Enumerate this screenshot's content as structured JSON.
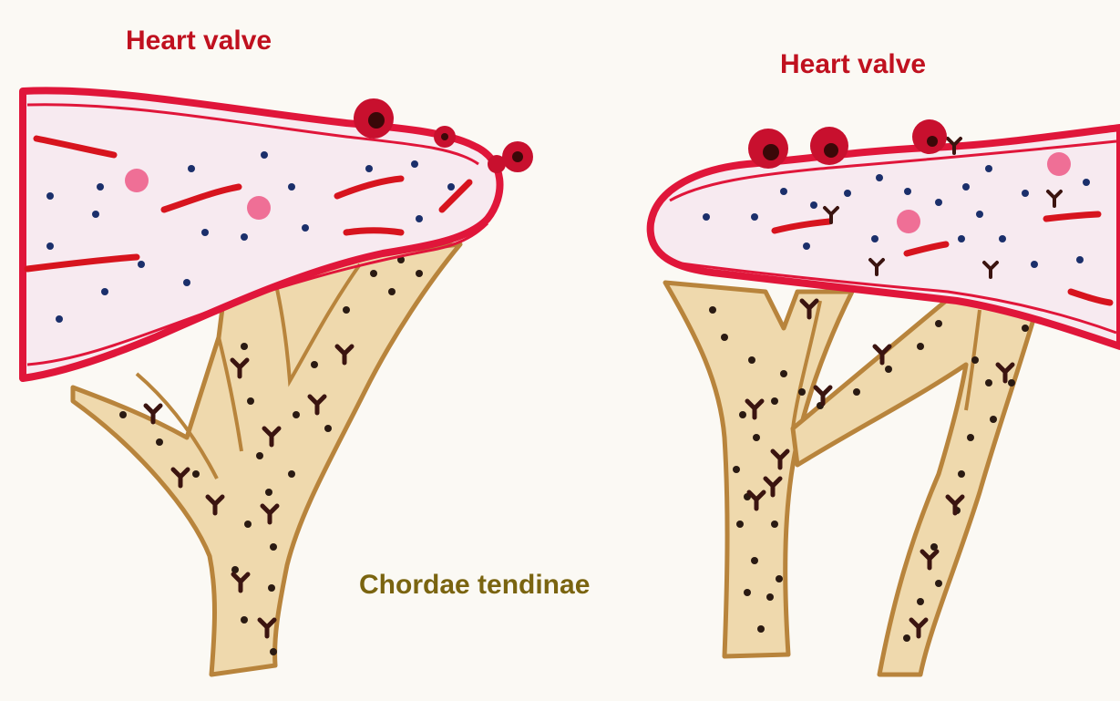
{
  "labels": {
    "heart_valve_left": "Heart valve",
    "heart_valve_right": "Heart valve",
    "chordae_tendinae": "Chordae tendinae"
  },
  "colors": {
    "background": "#fbf9f4",
    "valve_label": "#c0111f",
    "chordae_label": "#7a6410",
    "valve_outline": "#e0163a",
    "valve_fill": "#f7eaf0",
    "nucleus_blue": "#1b2f6b",
    "elongated_cell": "#d7141e",
    "pink_cell": "#ef6f96",
    "cord_fill": "#efd9ad",
    "cord_outline": "#b8843c",
    "cord_dot": "#2a1a12",
    "y_cell": "#3b1410",
    "nodule": "#c8102e",
    "nodule_core": "#3a0808"
  },
  "icons": {
    "valve_cells": "elongated-red-cell",
    "valve_nuclei": "blue-dot",
    "surface_nodules": "red-nodule",
    "cord_cells": "y-shaped-dark-cell"
  }
}
